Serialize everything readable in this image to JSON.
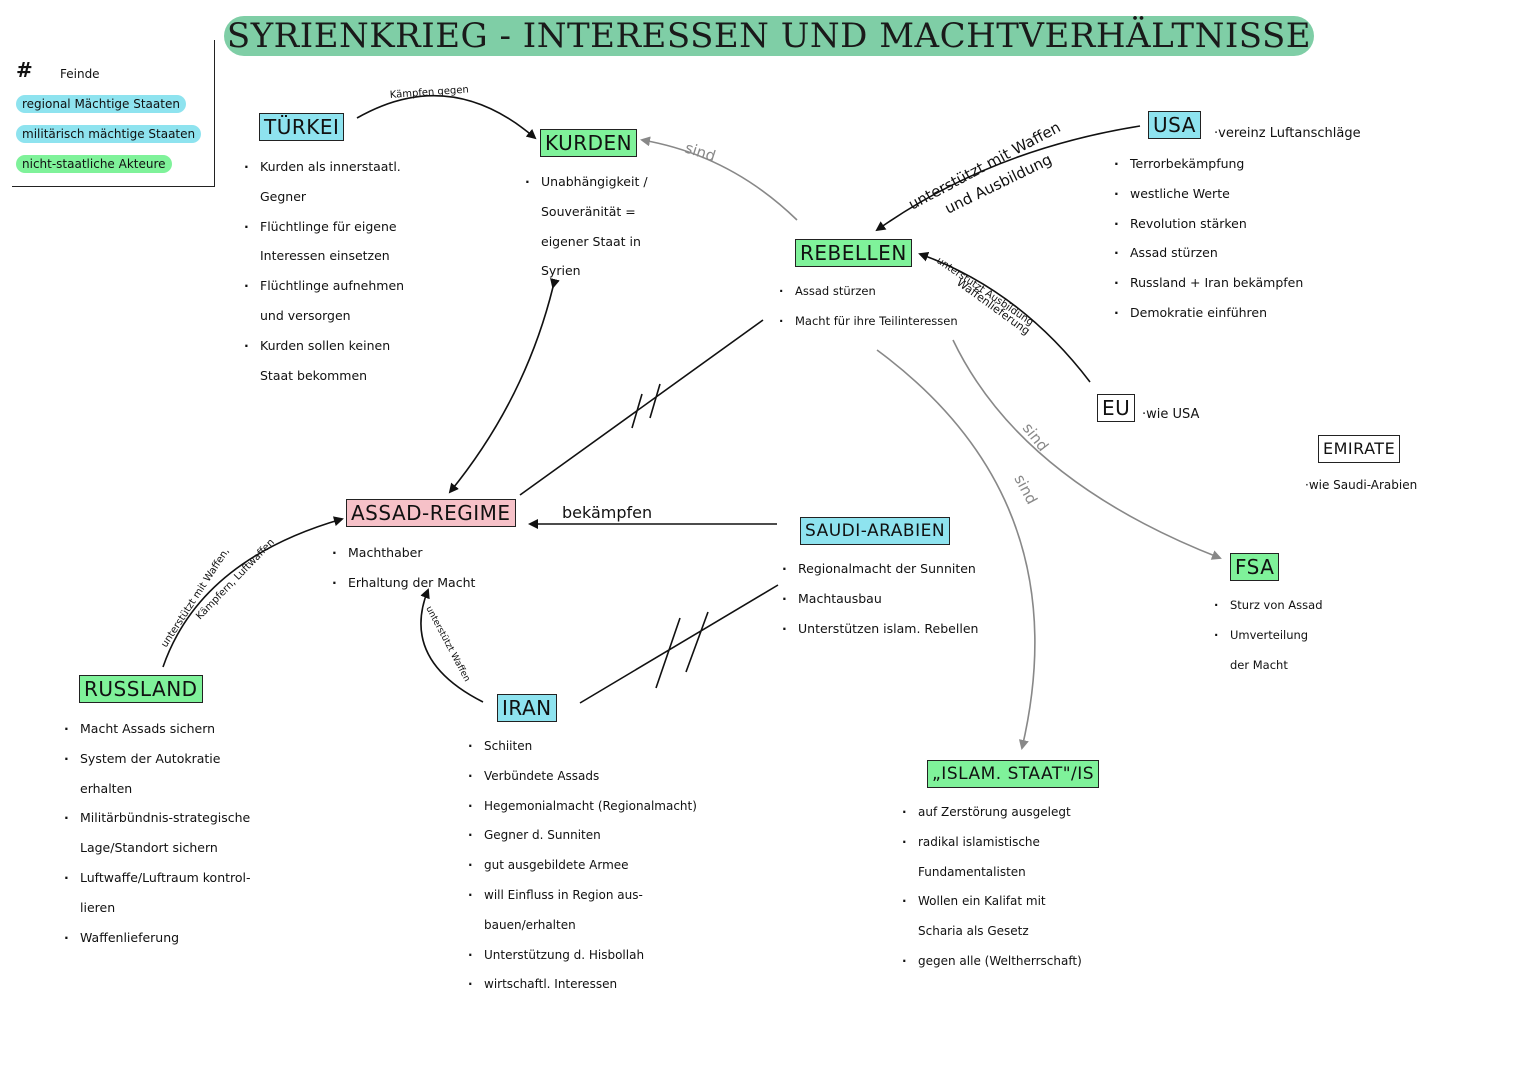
{
  "title": "SYRIENKRIEG - INTERESSEN UND MACHTVERHÄLTNISSE",
  "legend": {
    "enemy_symbol": "#",
    "enemy": "Feinde",
    "regional": "regional Mächtige Staaten",
    "military": "militärisch mächtige Staaten",
    "nonstate": "nicht-staatliche Akteure"
  },
  "colors": {
    "title_bg": "#7fcea6",
    "regional": "#8ee3ef",
    "military": "#7ff29a",
    "nonstate": "#7ff29a",
    "assad": "#f6c1c8",
    "arrow_grey": "#888888"
  },
  "actors": {
    "tuerkei": {
      "name": "TÜRKEI",
      "points": [
        "Kurden als innerstaatl.",
        "Gegner",
        "Flüchtlinge für eigene",
        "Interessen einsetzen",
        "Flüchtlinge aufnehmen",
        "und versorgen",
        "Kurden sollen keinen",
        "Staat bekommen"
      ]
    },
    "kurden": {
      "name": "KURDEN",
      "points": [
        "Unabhängigkeit /",
        "Souveränität =",
        "eigener Staat in",
        "Syrien"
      ]
    },
    "rebellen": {
      "name": "REBELLEN",
      "points": [
        "Assad stürzen",
        "Macht für ihre Teilinteressen"
      ]
    },
    "usa": {
      "name": "USA",
      "inline": "·vereinz Luftanschläge",
      "points": [
        "Terrorbekämpfung",
        "westliche Werte",
        "Revolution stärken",
        "Assad stürzen",
        "Russland + Iran bekämpfen",
        "Demokratie einführen"
      ]
    },
    "eu": {
      "name": "EU",
      "inline": "·wie USA"
    },
    "emirate": {
      "name": "EMIRATE",
      "inline": "·wie Saudi-Arabien"
    },
    "assad": {
      "name": "ASSAD-REGIME",
      "points": [
        "Machthaber",
        "Erhaltung der Macht"
      ]
    },
    "saudi": {
      "name": "SAUDI-ARABIEN",
      "points": [
        "Regionalmacht der Sunniten",
        "Machtausbau",
        "Unterstützen islam. Rebellen"
      ]
    },
    "fsa": {
      "name": "FSA",
      "points": [
        "Sturz von Assad",
        "Umverteilung",
        "der Macht"
      ]
    },
    "russland": {
      "name": "RUSSLAND",
      "points": [
        "Macht Assads sichern",
        "System der Autokratie",
        "erhalten",
        "Militärbündnis-strategische",
        "Lage/Standort sichern",
        "Luftwaffe/Luftraum kontrol-",
        "lieren",
        "Waffenlieferung"
      ]
    },
    "iran": {
      "name": "IRAN",
      "points": [
        "Schiiten",
        "Verbündete Assads",
        "Hegemonialmacht (Regionalmacht)",
        "Gegner d. Sunniten",
        "gut ausgebildete Armee",
        "will Einfluss in Region aus-",
        "bauen/erhalten",
        "Unterstützung d. Hisbollah",
        "wirtschaftl. Interessen"
      ]
    },
    "is": {
      "name": "„ISLAM. STAAT\"/IS",
      "points": [
        "auf Zerstörung ausgelegt",
        "radikal islamistische",
        "Fundamentalisten",
        "Wollen ein Kalifat mit",
        "Scharia als Gesetz",
        "gegen alle (Weltherrschaft)"
      ]
    }
  },
  "relations": {
    "kaempfen_gegen": "Kämpfen gegen",
    "sind": "sind",
    "usa_rebellen_1": "unterstützt mit Waffen",
    "usa_rebellen_2": "und Ausbildung",
    "eu_rebellen_1": "unterstützt Ausbildung",
    "eu_rebellen_2": "Waffenlieferung",
    "bekaempfen": "bekämpfen",
    "russland_assad_1": "unterstützt mit Waffen,",
    "russland_assad_2": "Kämpfern, Luftwaffen",
    "iran_assad": "unterstützt Waffen",
    "enemy_mark": "//"
  }
}
